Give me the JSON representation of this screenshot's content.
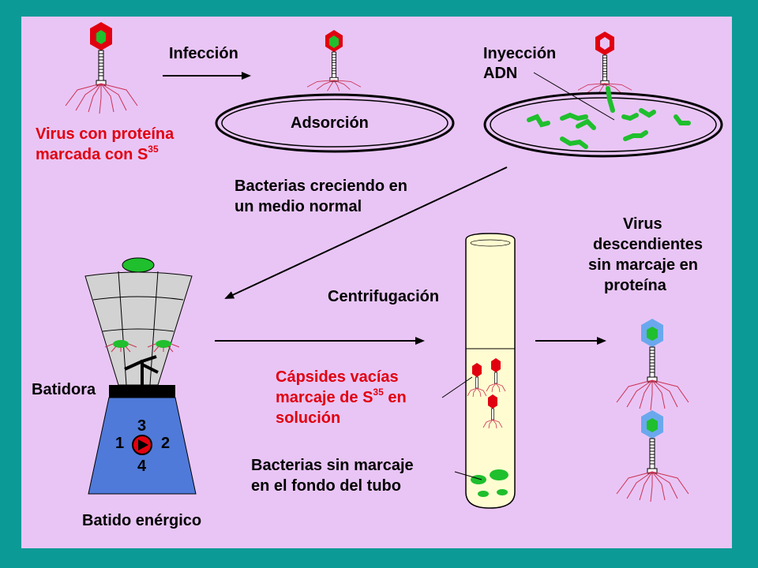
{
  "colors": {
    "frame": "#0c9a96",
    "panel": "#e9c5f5",
    "dna_green": "#1fbf2d",
    "capsid_red": "#e1000f",
    "tail_fiber": "#cc3355",
    "label_red": "#e1000f",
    "water_blue": "#4f7ad9",
    "new_capsid_blue": "#6aa8ee"
  },
  "labels": {
    "virus_line1": "Virus con proteína",
    "virus_line2_prefix": "marcada con S",
    "virus_sup": "35",
    "infeccion": "Infección",
    "inyeccion": "Inyección",
    "adn": "ADN",
    "adsorcion": "Adsorción",
    "bacterias_line1": "Bacterias creciendo en",
    "bacterias_line2": "un medio normal",
    "centrifugacion": "Centrifugación",
    "virus_desc_line1": "Virus",
    "virus_desc_line2": "descendientes",
    "virus_desc_line3": "sin marcaje en",
    "virus_desc_line4": "proteína",
    "batidora": "Batidora",
    "capsides_line1": "Cápsides vacías",
    "capsides_line2_prefix": "marcaje de S",
    "capsides_sup": "35",
    "capsides_line2_suffix": " en",
    "capsides_line3": "solución",
    "bact_sin_line1": "Bacterias sin marcaje",
    "bact_sin_line2": "en el fondo del tubo",
    "batido": "Batido enérgico",
    "dial_1": "1",
    "dial_2": "2",
    "dial_3": "3",
    "dial_4": "4"
  }
}
